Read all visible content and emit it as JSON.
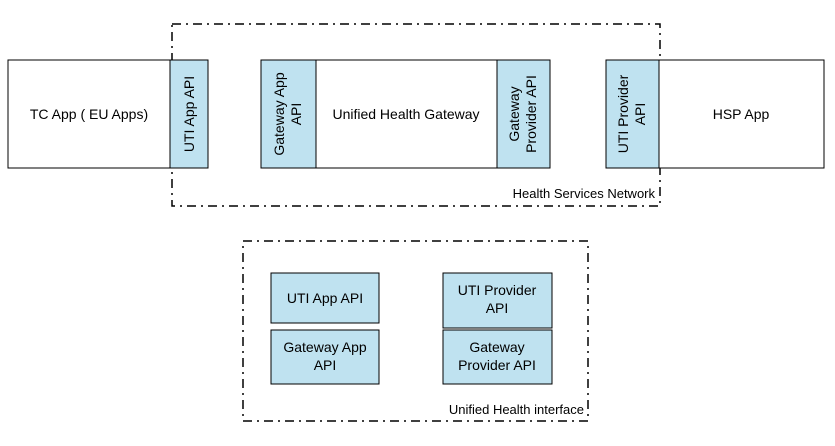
{
  "colors": {
    "api_fill": "#bfe2f0",
    "box_fill": "#ffffff",
    "stroke": "#000000",
    "background": "#ffffff"
  },
  "top_diagram": {
    "network_label": "Health Services Network",
    "tc_app": "TC App ( EU Apps)",
    "uti_app_api": "UTI App API",
    "gateway_app_api": [
      "Gateway App",
      "API"
    ],
    "unified_health_gateway": "Unified Health Gateway",
    "gateway_provider_api": [
      "Gateway",
      "Provider API"
    ],
    "uti_provider_api": [
      "UTI Provider",
      "API"
    ],
    "hsp_app": "HSP App"
  },
  "bottom_diagram": {
    "interface_label": "Unified Health interface",
    "uti_app_api": "UTI App API",
    "uti_provider_api": [
      "UTI Provider",
      "API"
    ],
    "gateway_app_api": [
      "Gateway App",
      "API"
    ],
    "gateway_provider_api": [
      "Gateway",
      "Provider API"
    ]
  }
}
